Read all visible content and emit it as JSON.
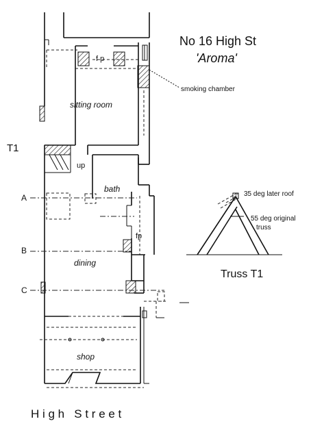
{
  "title": "No 16 High St",
  "subtitle": "'Aroma'",
  "annotations": {
    "smoking_chamber": "smoking chamber",
    "fp_upper": "f p",
    "fp_lower": "fp",
    "up": "up"
  },
  "rooms": {
    "sitting_room": "sitting room",
    "bath": "bath",
    "dining": "dining",
    "shop": "shop"
  },
  "section_markers": {
    "t1": "T1",
    "a": "A",
    "b": "B",
    "c": "C"
  },
  "truss": {
    "title": "Truss  T1",
    "later_roof": "35 deg later roof",
    "original_line1": "55 deg original",
    "original_line2": "truss"
  },
  "street": "H i g h   S t r e e t"
}
